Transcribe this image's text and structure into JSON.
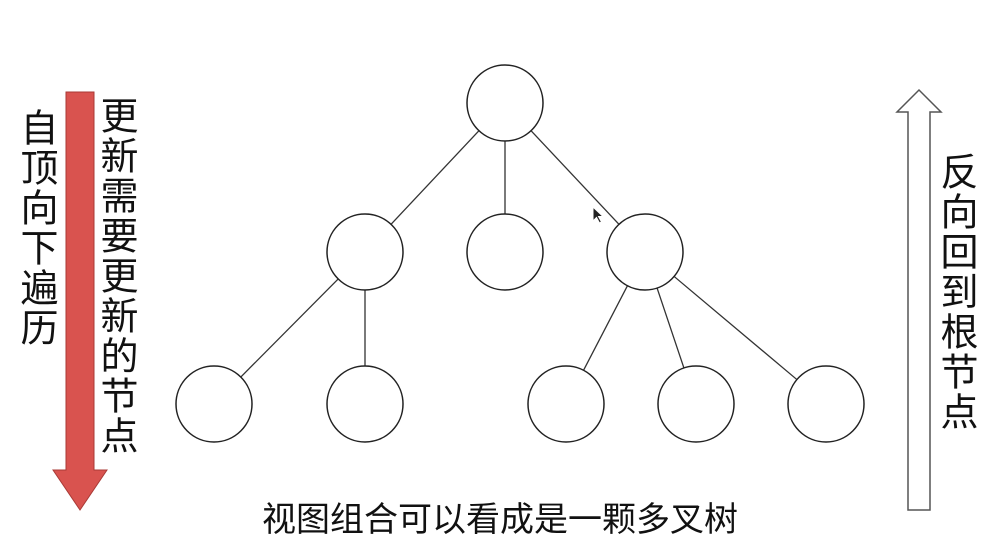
{
  "left_label_1": "自顶向下遍历",
  "left_label_2": "更新需要更新的节点",
  "right_label": "反向回到根节点",
  "caption": "视图组合可以看成是一颗多叉树",
  "colors": {
    "down_arrow_fill": "#d9534f",
    "down_arrow_stroke": "#a93a36",
    "up_arrow_stroke": "#555555",
    "node_stroke": "#222222",
    "edge_stroke": "#333333"
  },
  "tree": {
    "nodes": [
      {
        "id": "root"
      },
      {
        "id": "mid-left"
      },
      {
        "id": "mid-center"
      },
      {
        "id": "mid-right"
      },
      {
        "id": "leaf-1"
      },
      {
        "id": "leaf-2"
      },
      {
        "id": "leaf-3"
      },
      {
        "id": "leaf-4"
      },
      {
        "id": "leaf-5"
      }
    ],
    "edges": [
      [
        "root",
        "mid-left"
      ],
      [
        "root",
        "mid-center"
      ],
      [
        "root",
        "mid-right"
      ],
      [
        "mid-left",
        "leaf-1"
      ],
      [
        "mid-left",
        "leaf-2"
      ],
      [
        "mid-right",
        "leaf-3"
      ],
      [
        "mid-right",
        "leaf-4"
      ],
      [
        "mid-right",
        "leaf-5"
      ]
    ]
  }
}
